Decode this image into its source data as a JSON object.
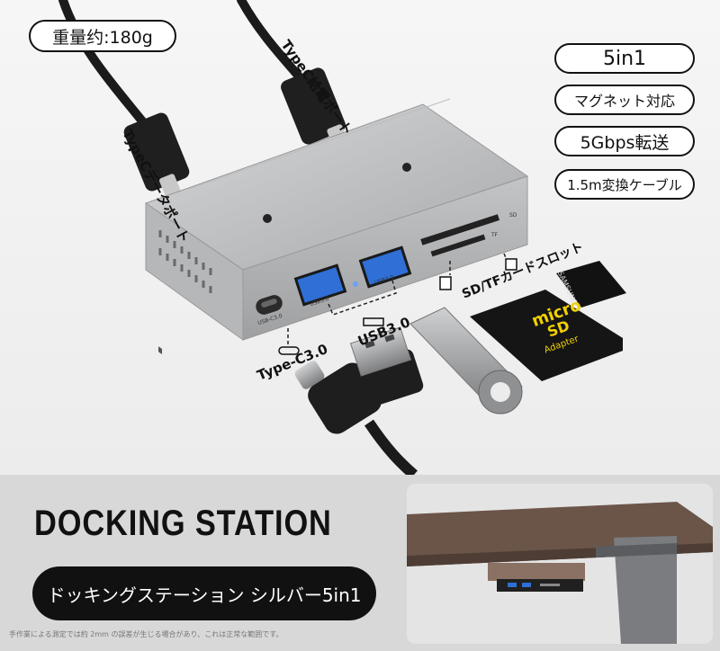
{
  "badges": {
    "weight": "重量约:180g",
    "specs": [
      "5in1",
      "マグネット対応",
      "5Gbps転送",
      "1.5m変換ケーブル"
    ]
  },
  "labels": {
    "typec_data": "TypeCデータポート",
    "typec_power": "TypeC給電ポート",
    "sd_tf": "SD/TFカードスロット",
    "usb30": "USB3.0",
    "typec30": "Type-C3.0"
  },
  "ports": {
    "sd": "SD",
    "tf": "TF",
    "usb_left": "USB3.0",
    "usb_right": "USB3.0",
    "usbc": "USB-C3.0"
  },
  "microsd": {
    "brand": "SAMSUNG",
    "micro": "micro",
    "sd": "SD",
    "adapter": "Adapter"
  },
  "product": {
    "title": "DOCKING STATION",
    "name": "ドッキングステーション シルバー5in1"
  },
  "note": "手作業による測定では約 2mm の誤差が生じる場合があり、これは正常な範囲です。",
  "colors": {
    "hub_body": "#b9babc",
    "usb_blue": "#2f6fd6",
    "pill_dark": "#111111",
    "desk_wood": "#6b5548",
    "desk_support": "#8a7163"
  }
}
